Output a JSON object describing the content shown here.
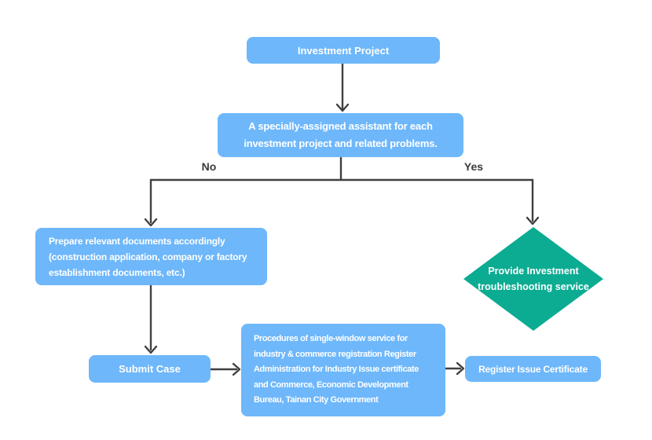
{
  "colors": {
    "node_fill": "#6EB7FA",
    "diamond_fill": "#0BAC92",
    "connector": "#404040",
    "branch_label_color": "#3A3A3A",
    "node_text": "#FFFFFF",
    "background": "#FFFFFF"
  },
  "flowchart": {
    "nodes": {
      "investment_project": {
        "label": "Investment Project"
      },
      "assigned_assistant": {
        "label": "A specially-assigned assistant for each\ninvestment project and related problems."
      },
      "prepare_documents": {
        "label": "Prepare relevant documents accordingly\n(construction application, company or factory\nestablishment documents, etc.)"
      },
      "provide_troubleshooting": {
        "label": "Provide Investment\ntroubleshooting service"
      },
      "submit_case": {
        "label": "Submit Case"
      },
      "single_window_procedures": {
        "label": "Procedures of single-window service for\nindustry & commerce registration Register\nAdministration for Industry Issue certificate\nand Commerce, Economic Development\nBureau, Tainan City Government"
      },
      "register_issue_certificate": {
        "label": "Register Issue Certificate"
      }
    },
    "branch_labels": {
      "no": "No",
      "yes": "Yes"
    }
  }
}
